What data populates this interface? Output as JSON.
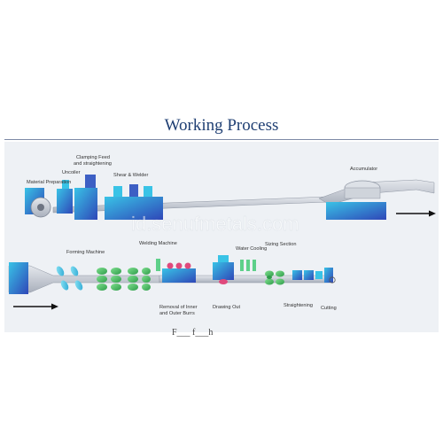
{
  "title": "Working Process",
  "watermark": "id.senufmetals.com",
  "bottom_partial_text": "F___ f___h",
  "labels": {
    "material_preparation": "Material Preparation",
    "uncoiler": "Uncoiler",
    "clamping_feed": [
      "Clamping Feed",
      "and straightening"
    ],
    "shear_welder": "Shear & Welder",
    "accumulator": "Accumulator",
    "forming_machine": "Forming Machine",
    "welding_machine": "Welding Machine",
    "water_cooling": "Water Cooling",
    "sizing_section": "Sizing Section",
    "removal_burrs": [
      "Removal of Inner",
      "and Outer Burrs"
    ],
    "drawing_out": "Drawing Out",
    "straightening": "Straightening",
    "cutting": "Cutting"
  },
  "colors": {
    "title": "#1f3f73",
    "machine_blue": "#3d5fc4",
    "machine_cyan": "#39c3e6",
    "roller_green": "#4fc46a",
    "strip_gray": "#c7ccd4"
  }
}
